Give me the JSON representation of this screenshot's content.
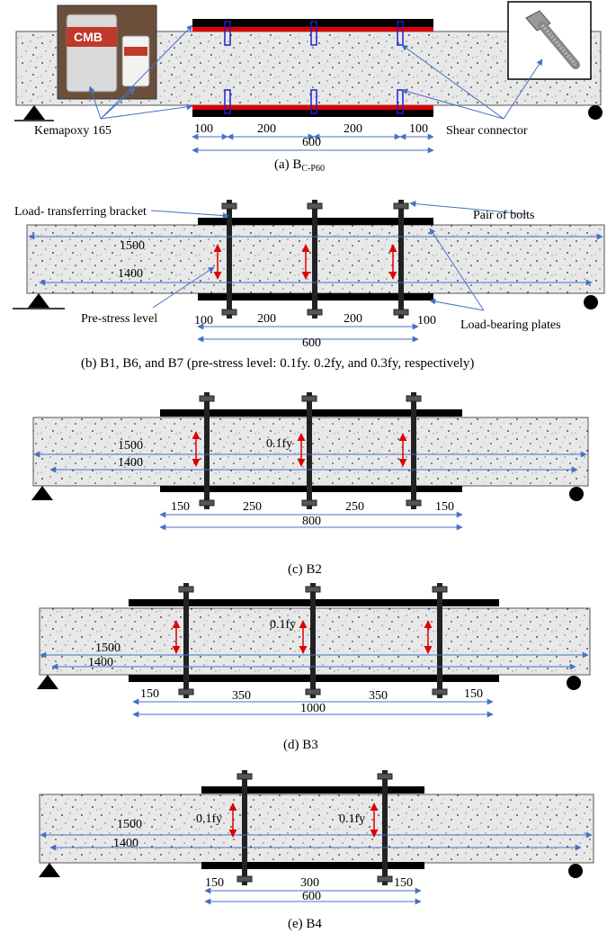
{
  "panel_a": {
    "caption_main": "(a)  B",
    "caption_sub": "C-P60",
    "label_adhesive": "Kemapoxy 165",
    "label_connector": "Shear connector",
    "can_brand": "CMB",
    "dims": [
      "100",
      "200",
      "200",
      "100"
    ],
    "total": "600"
  },
  "panel_b": {
    "caption": "(b)  B1, B6, and B7 (pre-stress level: 0.1fy. 0.2fy, and 0.3fy, respectively)",
    "label_bracket": "Load- transferring bracket",
    "label_bolts": "Pair of bolts",
    "label_prestress": "Pre-stress level",
    "label_plates": "Load-bearing plates",
    "span_outer": "1500",
    "span_inner": "1400",
    "dims": [
      "100",
      "200",
      "200",
      "100"
    ],
    "total": "600"
  },
  "panel_c": {
    "caption": "(c)  B2",
    "span_outer": "1500",
    "span_inner": "1400",
    "prestress": "0.1fy",
    "dims": [
      "150",
      "250",
      "250",
      "150"
    ],
    "total": "800"
  },
  "panel_d": {
    "caption": "(d)  B3",
    "span_outer": "1500",
    "span_inner": "1400",
    "prestress": "0.1fy",
    "dims": [
      "150",
      "350",
      "350",
      "150"
    ],
    "total": "1000"
  },
  "panel_e": {
    "caption": "(e)  B4",
    "span_outer": "1500",
    "span_inner": "1400",
    "prestress_left": "0.1fy",
    "prestress_right": "0.1fy",
    "dims": [
      "150",
      "300",
      "150"
    ],
    "total": "600"
  },
  "colors": {
    "dimension_line": "#4472c4",
    "plate": "#000000",
    "adhesive": "#e00000",
    "prestress_arrow": "#e00000",
    "concrete": "#e6e6e6"
  }
}
